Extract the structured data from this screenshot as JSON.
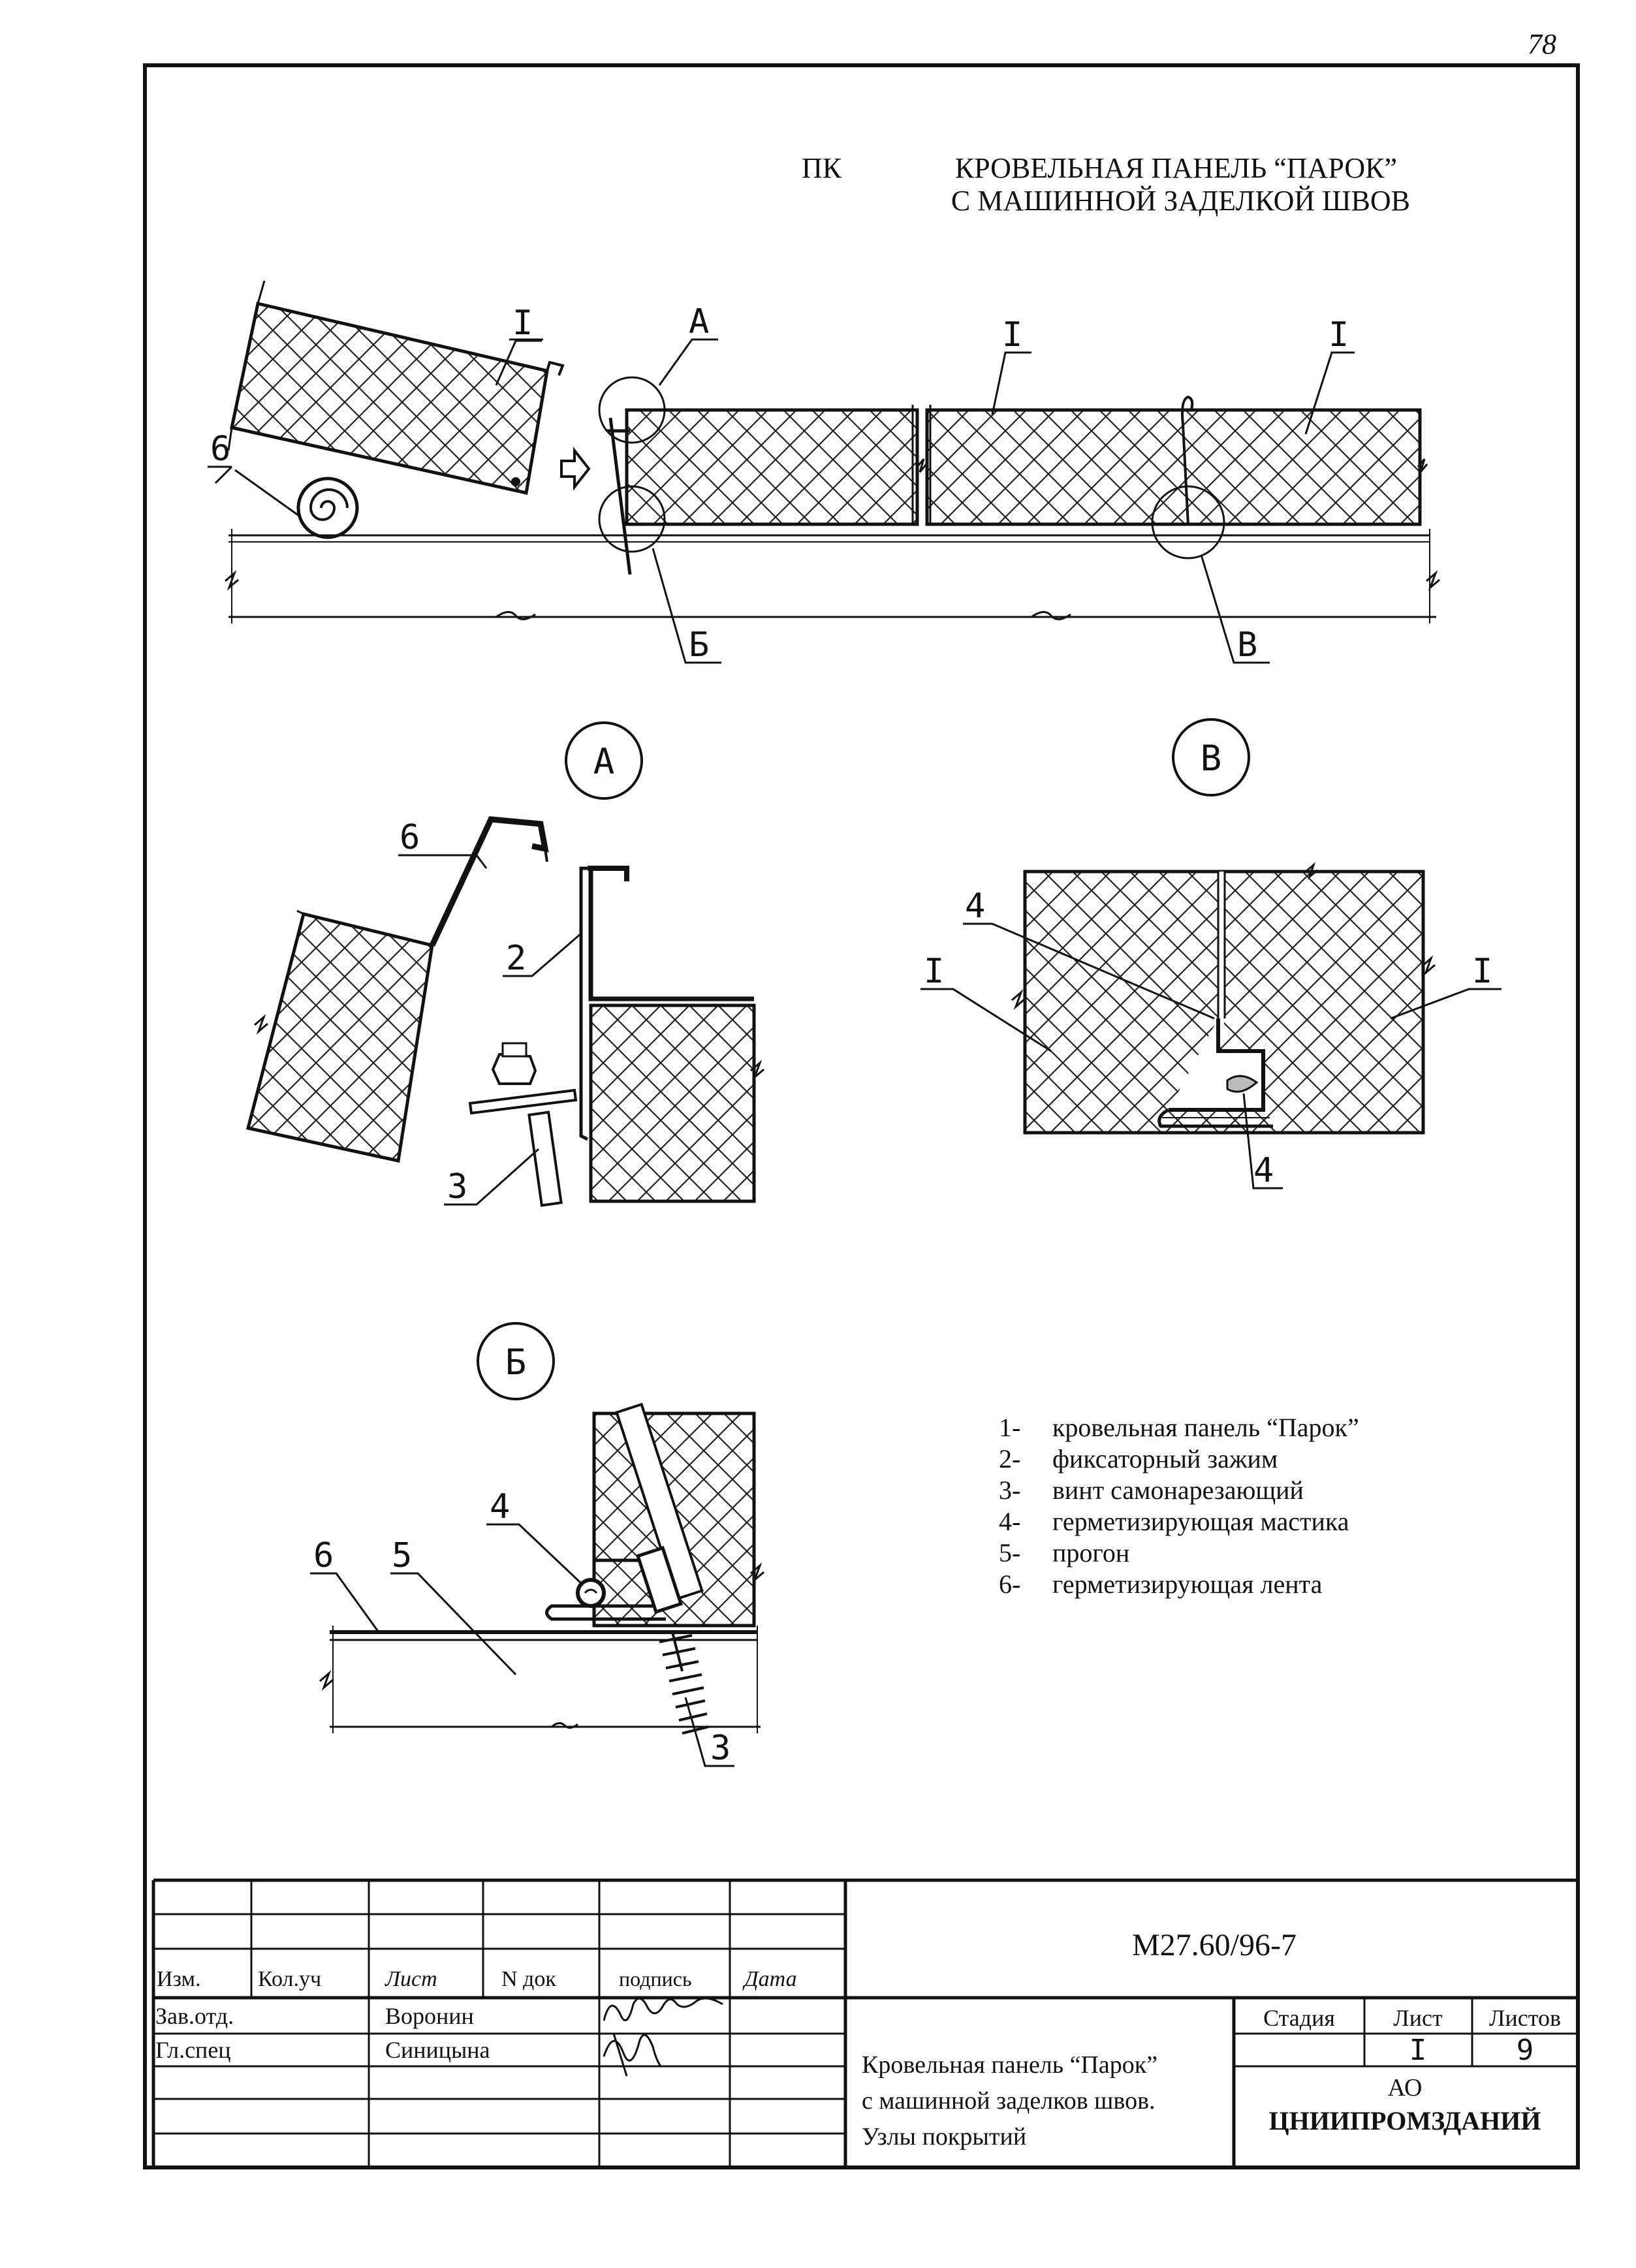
{
  "sheet": {
    "page_number": "78",
    "code": "ПК",
    "title_line1": "КРОВЕЛЬНАЯ ПАНЕЛЬ “ПАРОК”",
    "title_line2": "С МАШИННОЙ ЗАДЕЛКОЙ ШВОВ"
  },
  "overview": {
    "label_panel_a": "I",
    "label_panel_b": "I",
    "label_panel_c": "I",
    "label_tape": "6",
    "callout_a": "А",
    "callout_b": "Б",
    "callout_v": "В"
  },
  "detail_a": {
    "title": "А",
    "label_tape": "6",
    "label_clamp": "2",
    "label_screw": "3"
  },
  "detail_v": {
    "title": "В",
    "label_mastic_top": "4",
    "label_mastic_bottom": "4",
    "label_panel_left": "I",
    "label_panel_right": "I"
  },
  "detail_b": {
    "title": "Б",
    "label_mastic": "4",
    "label_tape": "6",
    "label_purlin": "5",
    "label_screw": "3"
  },
  "legend": {
    "items": [
      {
        "num": "1-",
        "text": "кровельная панель “Парок”"
      },
      {
        "num": "2-",
        "text": "фиксаторный зажим"
      },
      {
        "num": "3-",
        "text": "винт самонарезающий"
      },
      {
        "num": "4-",
        "text": "герметизирующая мастика"
      },
      {
        "num": "5-",
        "text": "прогон"
      },
      {
        "num": "6-",
        "text": "герметизирующая лента"
      }
    ]
  },
  "title_block": {
    "doc_code": "М27.60/96-7",
    "headers": {
      "izm": "Изм.",
      "kol": "Кол.уч",
      "list": "Лист",
      "ndok": "N док",
      "podpis": "подпись",
      "data": "Дата"
    },
    "rows": [
      {
        "role": "Зав.отд.",
        "name": "Воронин"
      },
      {
        "role": "Гл.спец",
        "name": "Синицына"
      }
    ],
    "description": [
      "Кровельная панель “Парок”",
      "с машинной заделков швов.",
      "Узлы покрытий"
    ],
    "stage_label": "Стадия",
    "sheet_label": "Лист",
    "sheets_label": "Листов",
    "sheet_value": "I",
    "sheets_value": "9",
    "org_line1": "АО",
    "org_line2": "ЦНИИПРОМЗДАНИЙ"
  }
}
